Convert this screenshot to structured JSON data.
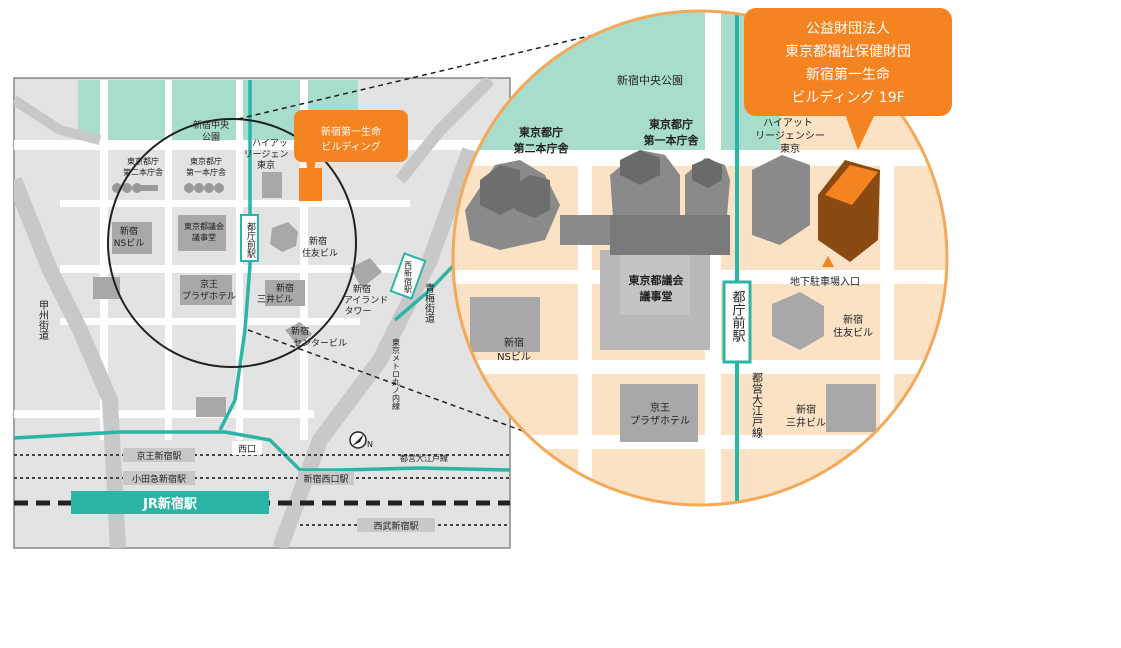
{
  "overview": {
    "park": "新宿中央公園",
    "park_line1": "新宿中央",
    "park_line2": "公園",
    "tocho2_l1": "東京都庁",
    "tocho2_l2": "第二本庁舎",
    "tocho1_l1": "東京都庁",
    "tocho1_l2": "第一本庁舎",
    "assembly_l1": "東京都議会",
    "assembly_l2": "議事堂",
    "hyatt_l1": "ハイアッ",
    "hyatt_l2": "リージェン",
    "hyatt_l3": "東京",
    "ns_l1": "新宿",
    "ns_l2": "NSビル",
    "sumitomo_l1": "新宿",
    "sumitomo_l2": "住友ビル",
    "keio_l1": "京王",
    "keio_l2": "プラザホテル",
    "mitsui_l1": "新宿",
    "mitsui_l2": "三井ビル",
    "island_l1": "新宿",
    "island_l2": "アイランド",
    "island_l3": "タワー",
    "center_l1": "新宿",
    "center_l2": "センタービル",
    "koshu": "甲州街道",
    "ome": "青梅街道",
    "marunouchi": "東京メトロ丸ノ内線",
    "tochomae": "都庁前駅",
    "nishiguchi": "西口",
    "oedo": "都営大江戸線",
    "metro_station": "西新宿駅",
    "keio_station": "京王新宿駅",
    "odakyu_station": "小田急新宿駅",
    "jr_station": "JR新宿駅",
    "shinjuku_nishiguchi_station": "新宿西口駅",
    "seibu_station": "西武新宿駅",
    "target_callout_l1": "新宿第一生命",
    "target_callout_l2": "ビルディング"
  },
  "detail": {
    "park": "新宿中央公園",
    "tocho2_l1": "東京都庁",
    "tocho2_l2": "第二本庁舎",
    "tocho1_l1": "東京都庁",
    "tocho1_l2": "第一本庁舎",
    "hyatt_l1": "ハイアット",
    "hyatt_l2": "リージェンシー",
    "hyatt_l3": "東京",
    "parking": "地下駐車場入口",
    "assembly_l1": "東京都議会",
    "assembly_l2": "議事堂",
    "tochomae": "都庁前駅",
    "sumitomo_l1": "新宿",
    "sumitomo_l2": "住友ビル",
    "ns_l1": "新宿",
    "ns_l2": "NSビル",
    "oedo": "都営大江戸線",
    "keio_l1": "京王",
    "keio_l2": "プラザホテル",
    "mitsui_l1": "新宿",
    "mitsui_l2": "三井ビル"
  },
  "callout": {
    "line1": "公益財団法人",
    "line2": "東京都福祉保健財団",
    "line3": "新宿第一生命",
    "line4": "ビルディング 19F"
  },
  "colors": {
    "park": "#a8dccd",
    "road": "#cfcfcf",
    "block": "#a8a8a8",
    "rail_green": "#2bb5a5",
    "orange": "#f39a3a",
    "orange_dark": "#8a4a12",
    "beige": "#fbe2c5"
  }
}
